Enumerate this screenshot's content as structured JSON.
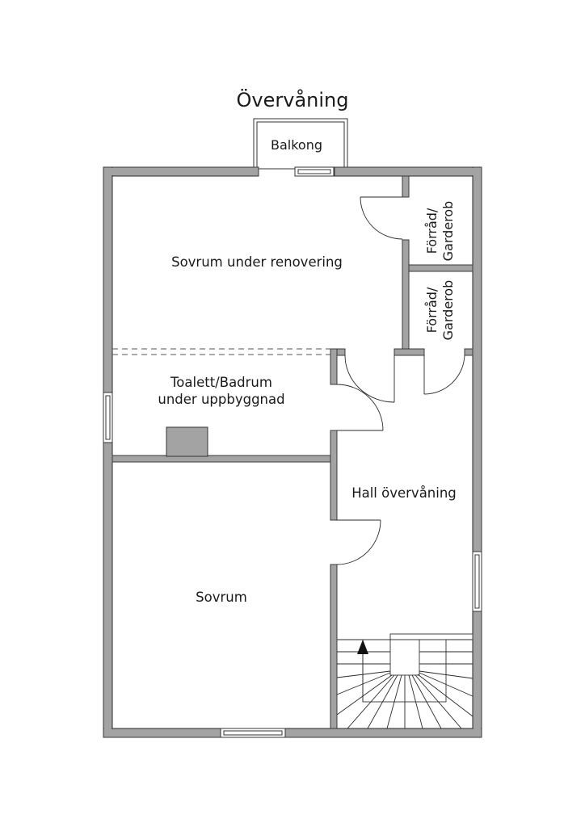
{
  "title": "Övervåning",
  "rooms": {
    "balcony": "Balkong",
    "bedroom_renovation": "Sovrum under renovering",
    "storage_top": [
      "Förråd/",
      "Garderob"
    ],
    "storage_middle": [
      "Förråd/",
      "Garderob"
    ],
    "bathroom": [
      "Toalett/Badrum",
      "under uppbyggnad"
    ],
    "hall": "Hall övervåning",
    "bedroom": "Sovrum"
  },
  "icons": {
    "stair_direction": "up-arrow-icon"
  }
}
